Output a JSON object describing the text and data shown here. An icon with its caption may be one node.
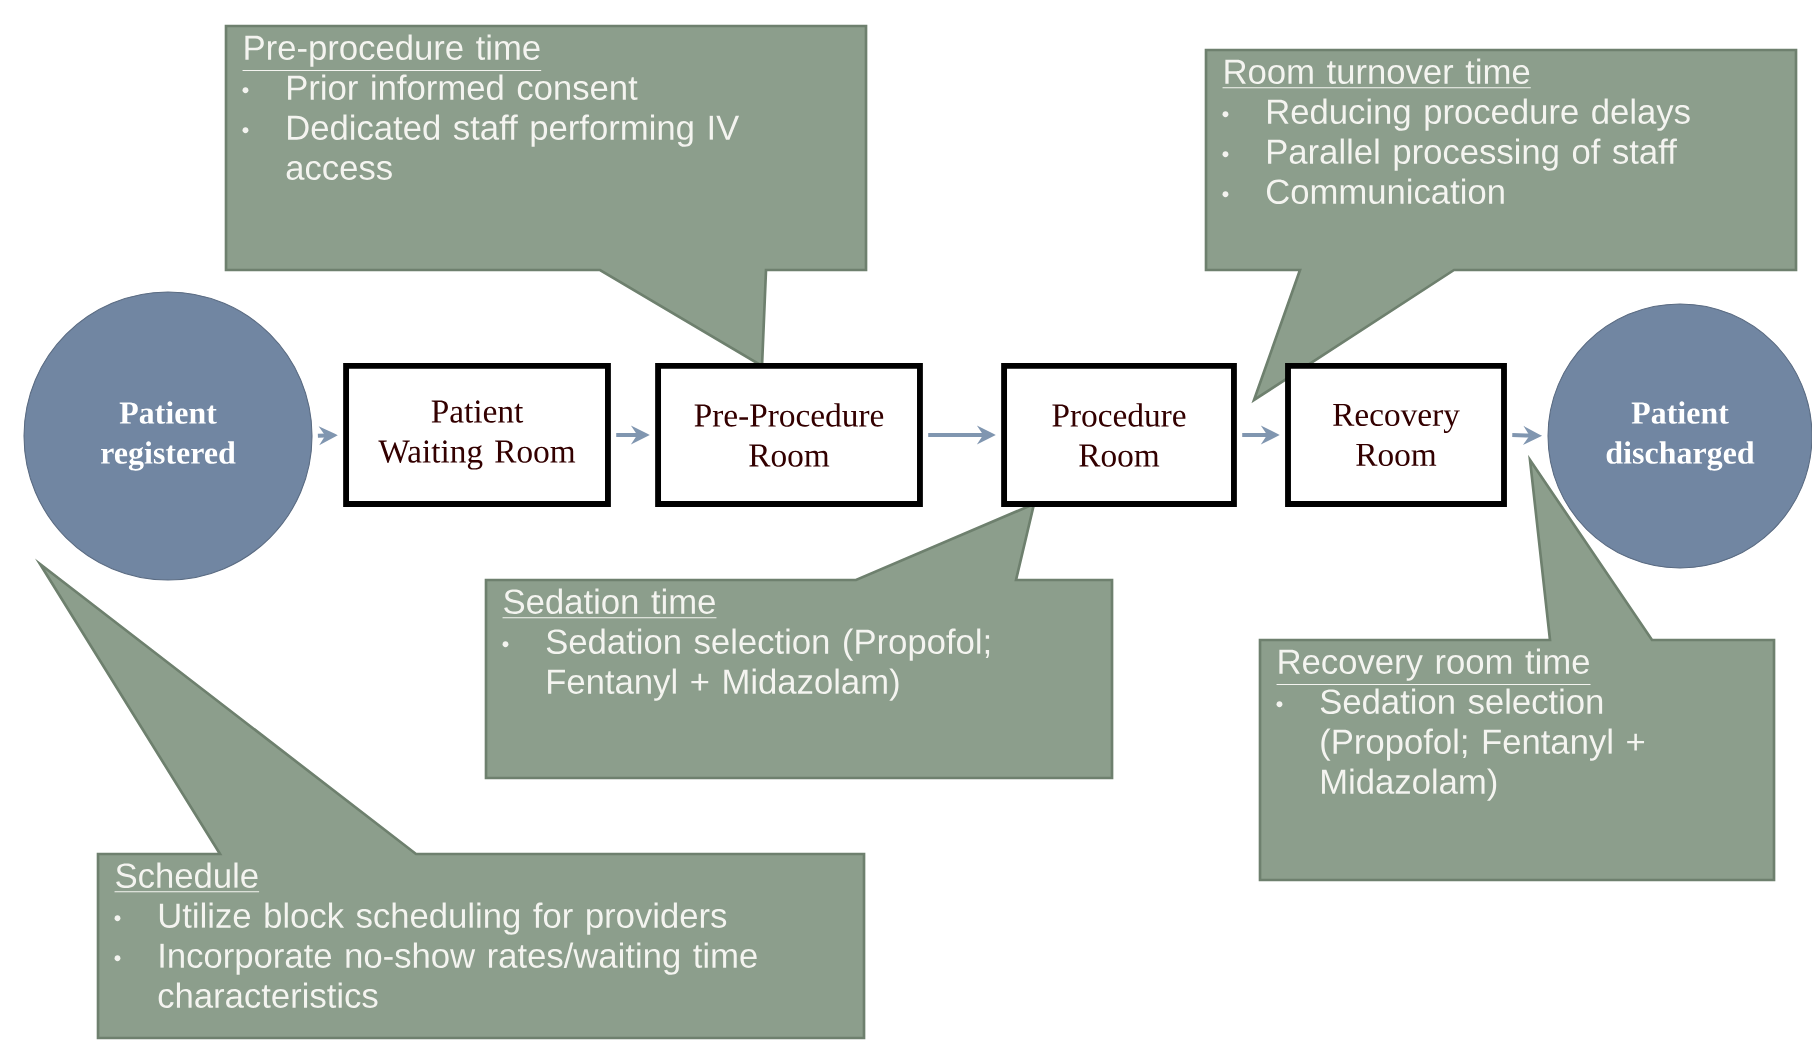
{
  "diagram": {
    "nodes": [
      {
        "text": [
          "Patient registered"
        ]
      },
      {
        "text": [
          "Patient Waiting Room"
        ]
      },
      {
        "text": [
          "Pre-Procedure Room"
        ]
      },
      {
        "text": [
          "Procedure Room"
        ]
      },
      {
        "text": [
          "Recovery Room"
        ]
      },
      {
        "text": [
          "Patient discharged"
        ]
      },
      {
        "text": [
          "Pre-procedure time",
          "Prior informed consent",
          "Dedicated staff performing IV access"
        ]
      },
      {
        "text": [
          "Room turnover time",
          "Reducing procedure delays",
          "Parallel processing of staff",
          "Communication"
        ]
      },
      {
        "text": [
          "Sedation time",
          "Sedation selection (Propofol; Fentanyl + Midazolam)"
        ]
      },
      {
        "text": [
          "Recovery room time",
          "Sedation selection (Propofol; Fentanyl + Midazolam)"
        ]
      },
      {
        "text": [
          "Schedule",
          "Utilize block scheduling for providers",
          "Incorporate no-show rates/waiting time characteristics"
        ]
      }
    ],
    "edges": [
      {
        "from": 0,
        "to": 1,
        "arrow": "to"
      },
      {
        "from": 1,
        "to": 2,
        "arrow": "to"
      },
      {
        "from": 2,
        "to": 3,
        "arrow": "to"
      },
      {
        "from": 3,
        "to": 4,
        "arrow": "to"
      },
      {
        "from": 4,
        "to": 5,
        "arrow": "to"
      }
    ]
  }
}
